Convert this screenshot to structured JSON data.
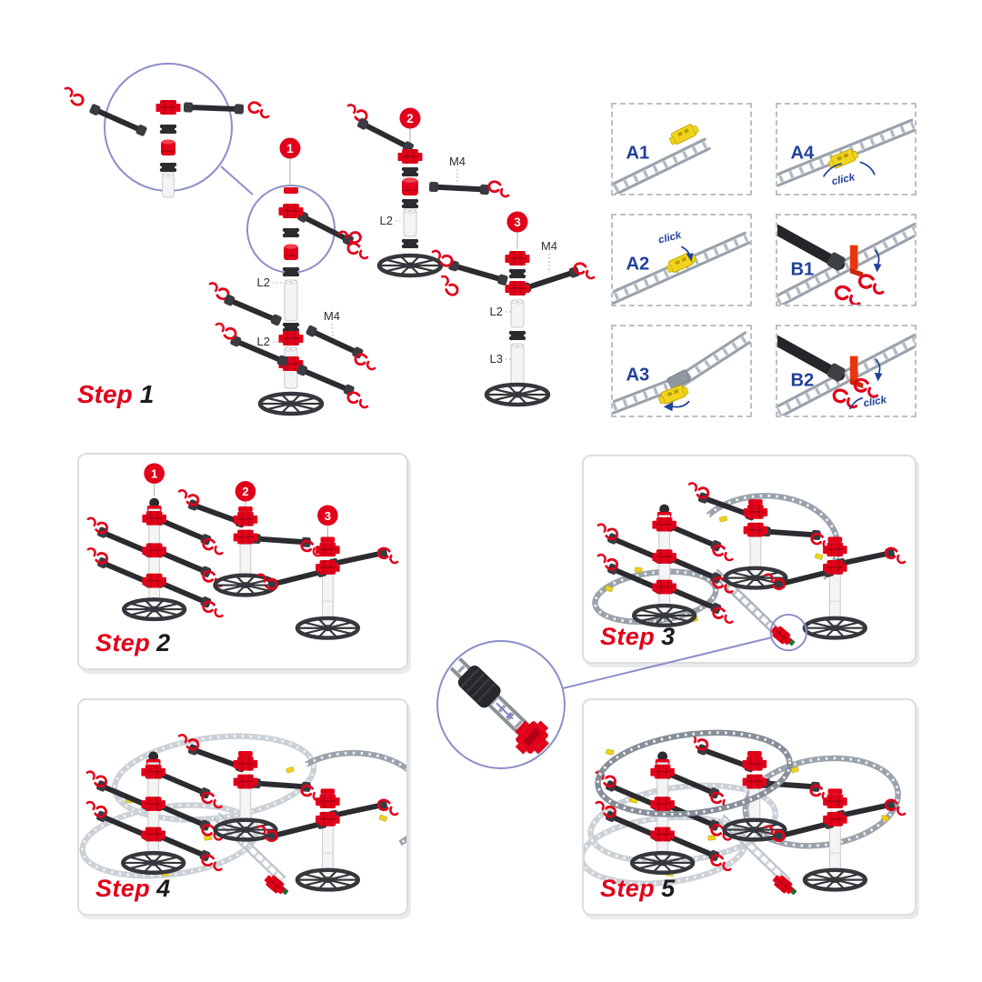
{
  "document": {
    "type": "marble-run-assembly-instructions",
    "background": "#ffffff"
  },
  "colors": {
    "brand_red": "#e2001a",
    "label_navy": "#21409a",
    "track_gray": "#9aa2ac",
    "track_light": "#ccd1d7",
    "track_dark": "#868e98",
    "part_black": "#2c2c30",
    "clip_yellow": "#eed21f",
    "bracket_orange_red": "#e8360f",
    "magnifier_purple": "#8b8fc9",
    "panel_border": "#dcdddf"
  },
  "step1": {
    "word": "Step",
    "number": "1",
    "badge1": "1",
    "badge2": "2",
    "badge3": "3",
    "labels": {
      "asm1_l2_upper": "L2",
      "asm1_m4": "M4",
      "asm1_l2_lower": "L2",
      "asm2_m4": "M4",
      "asm2_l2": "L2",
      "asm3_m4": "M4",
      "asm3_l2": "L2",
      "asm3_l3": "L3"
    }
  },
  "detail_panels": {
    "a1": {
      "label": "A1"
    },
    "a2": {
      "label": "A2",
      "click": "click"
    },
    "a3": {
      "label": "A3"
    },
    "a4": {
      "label": "A4",
      "click": "click"
    },
    "b1": {
      "label": "B1"
    },
    "b2": {
      "label": "B2",
      "click": "click"
    }
  },
  "step2": {
    "word": "Step",
    "number": "2",
    "badge1": "1",
    "badge2": "2",
    "badge3": "3"
  },
  "step3": {
    "word": "Step",
    "number": "3"
  },
  "step4": {
    "word": "Step",
    "number": "4"
  },
  "step5": {
    "word": "Step",
    "number": "5"
  }
}
